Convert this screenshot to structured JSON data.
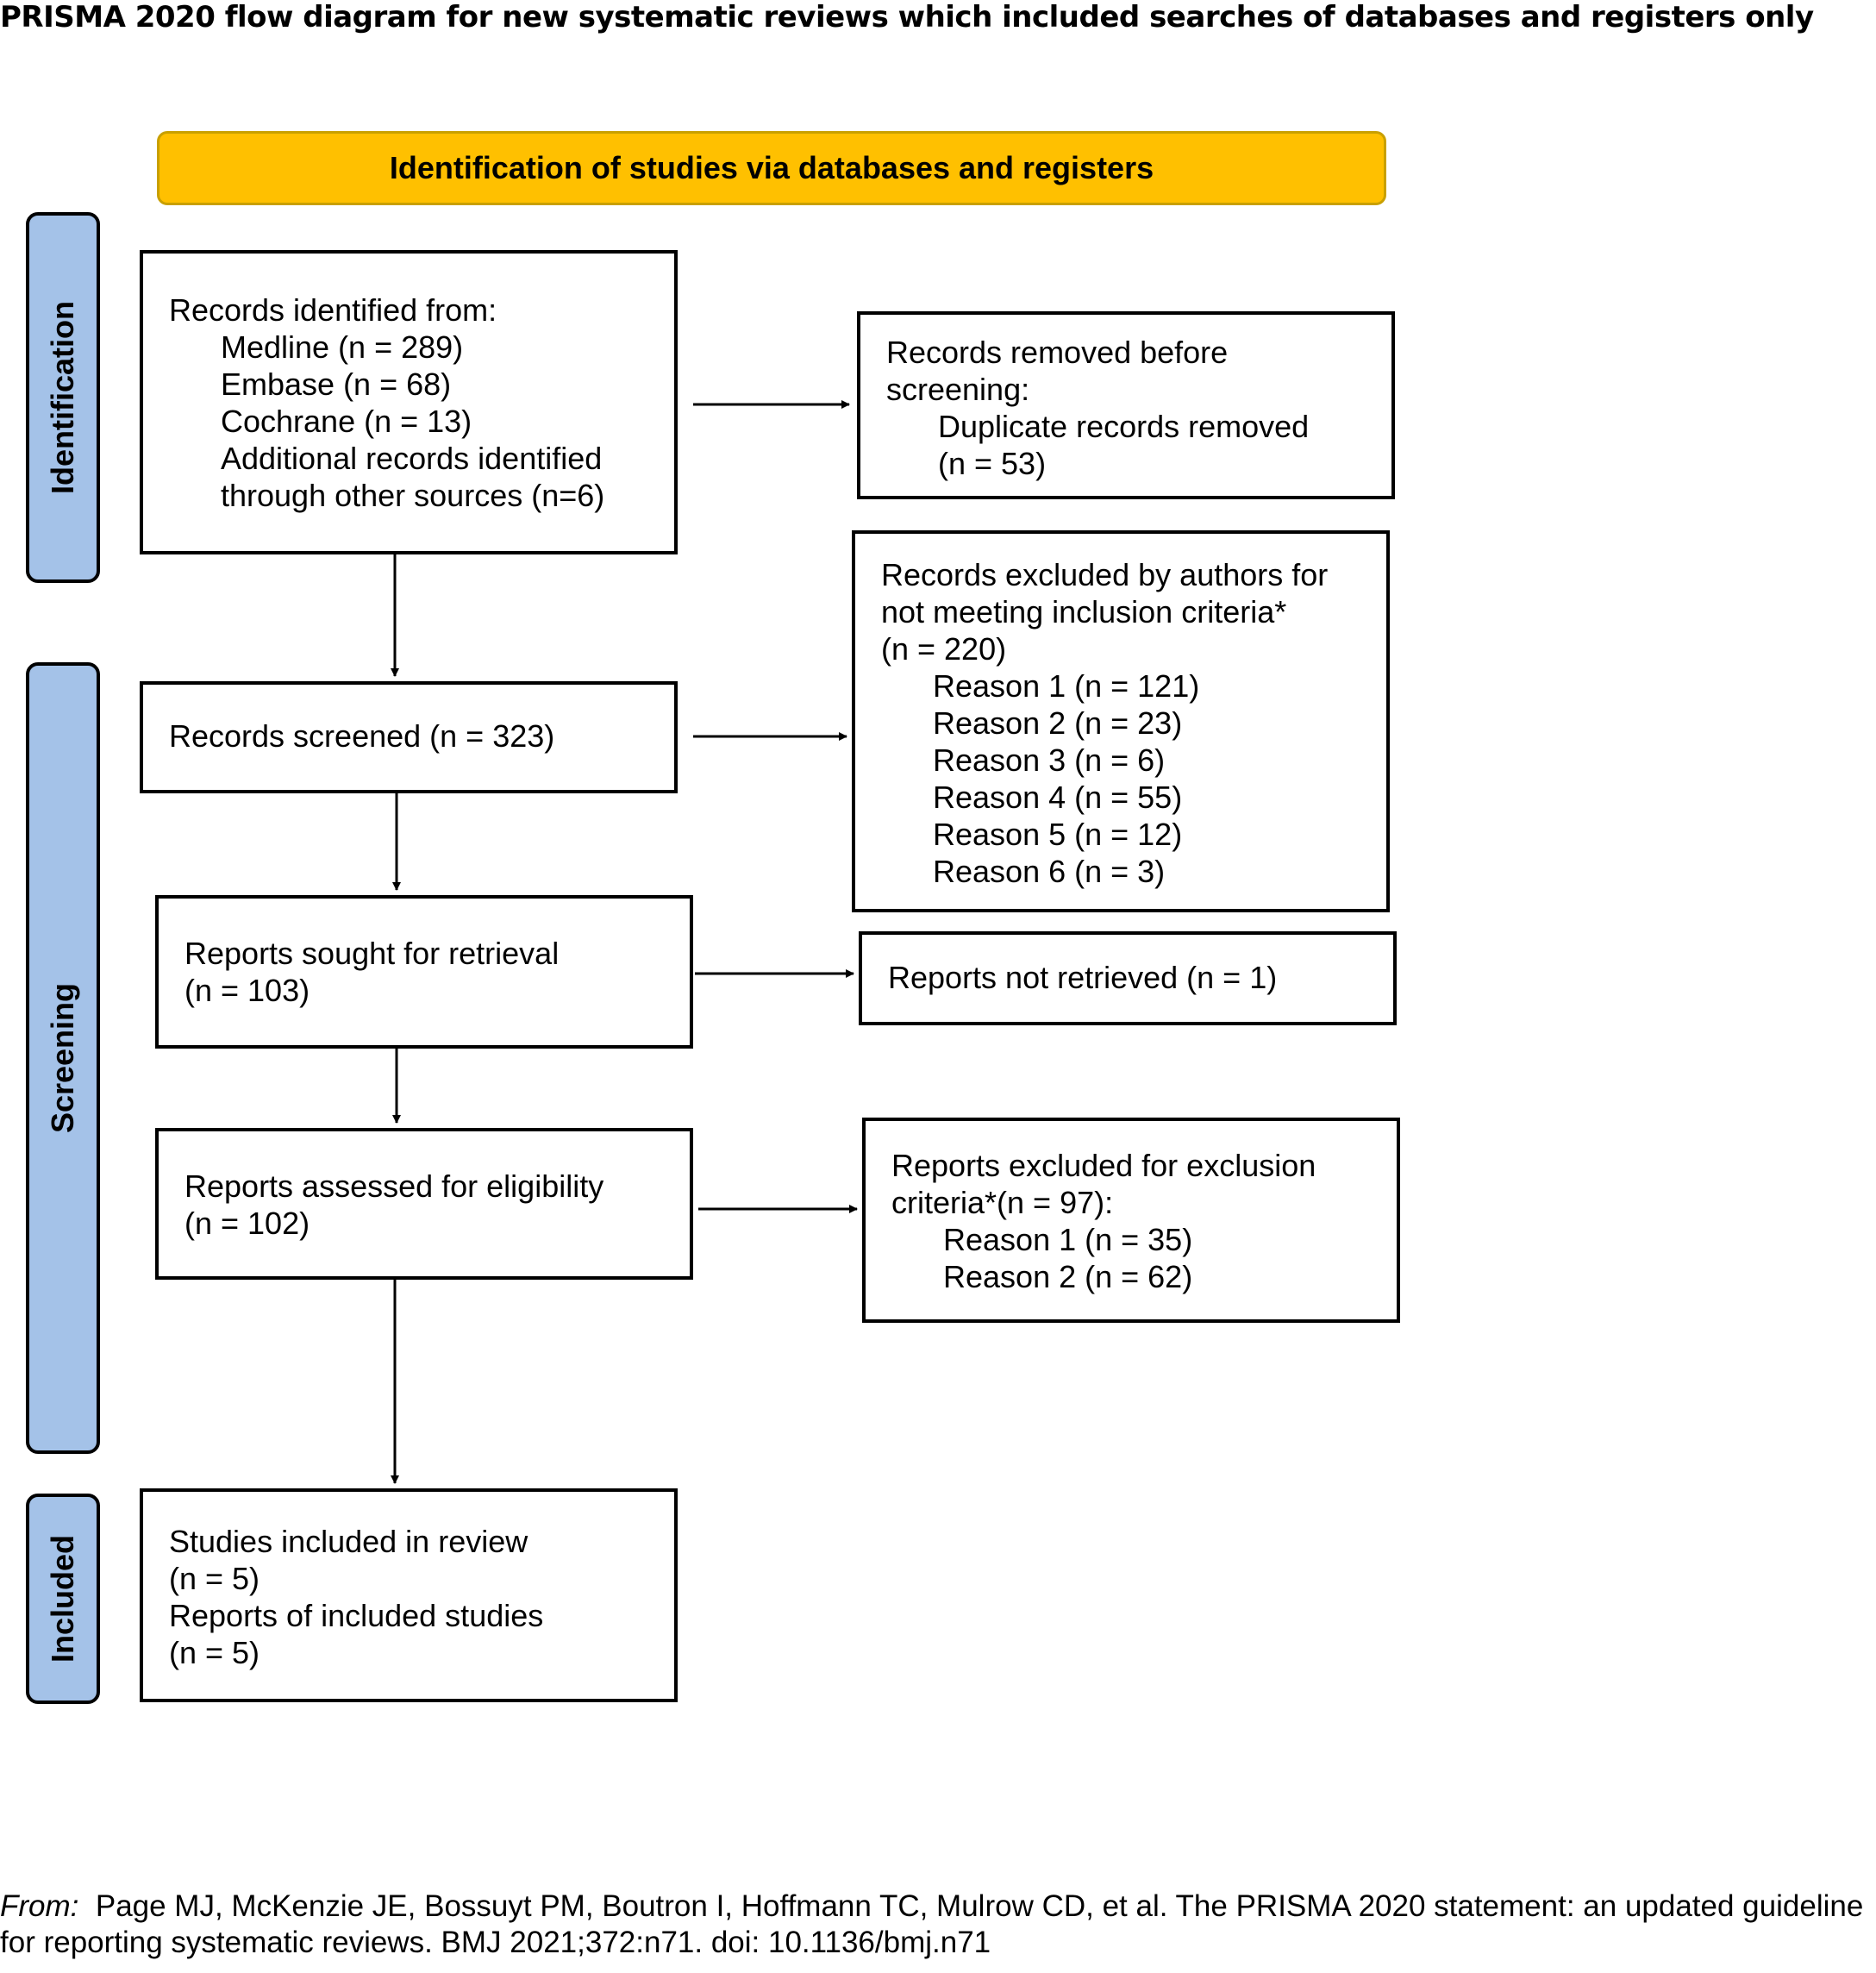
{
  "title": "PRISMA 2020 flow diagram for new systematic reviews which included searches of databases and registers only",
  "header": "Identification of studies via databases and registers",
  "stages": {
    "identification": "Identification",
    "screening": "Screening",
    "included": "Included"
  },
  "boxes": {
    "records_identified": {
      "heading": "Records identified from:",
      "items": [
        "Medline (n = 289)",
        "Embase (n = 68)",
        "Cochrane (n = 13)",
        "Additional records identified",
        "through other sources (n=6)"
      ]
    },
    "records_removed": {
      "lines": [
        "Records removed before",
        "screening:"
      ],
      "items": [
        "Duplicate records removed",
        "(n = 53)"
      ]
    },
    "records_screened": {
      "line": "Records screened (n = 323)"
    },
    "records_excluded": {
      "lines": [
        "Records excluded by authors for",
        "not meeting inclusion criteria*",
        "(n = 220)"
      ],
      "items": [
        "Reason 1 (n = 121)",
        "Reason 2 (n = 23)",
        "Reason 3 (n = 6)",
        "Reason 4 (n = 55)",
        "Reason 5 (n = 12)",
        "Reason 6 (n = 3)"
      ]
    },
    "reports_sought": {
      "lines": [
        "Reports sought for retrieval",
        "(n = 103)"
      ]
    },
    "reports_not_retrieved": {
      "line": "Reports not retrieved (n = 1)"
    },
    "reports_assessed": {
      "lines": [
        "Reports assessed for eligibility",
        "(n = 102)"
      ]
    },
    "reports_excluded": {
      "lines": [
        "Reports excluded for exclusion",
        "criteria*(n = 97):"
      ],
      "items": [
        "Reason 1 (n = 35)",
        "Reason 2 (n = 62)"
      ]
    },
    "studies_included": {
      "lines": [
        "Studies included in review",
        "(n = 5)",
        "Reports of included studies",
        "(n = 5)"
      ]
    }
  },
  "citation": {
    "prefix": "From:",
    "text": "Page MJ, McKenzie JE, Bossuyt PM, Boutron I, Hoffmann TC, Mulrow CD, et al. The PRISMA 2020 statement: an updated guideline for reporting systematic reviews. BMJ 2021;372:n71. doi: 10.1136/bmj.n71"
  },
  "colors": {
    "header_fill": "#ffc000",
    "stage_fill": "#a4c2e8"
  }
}
